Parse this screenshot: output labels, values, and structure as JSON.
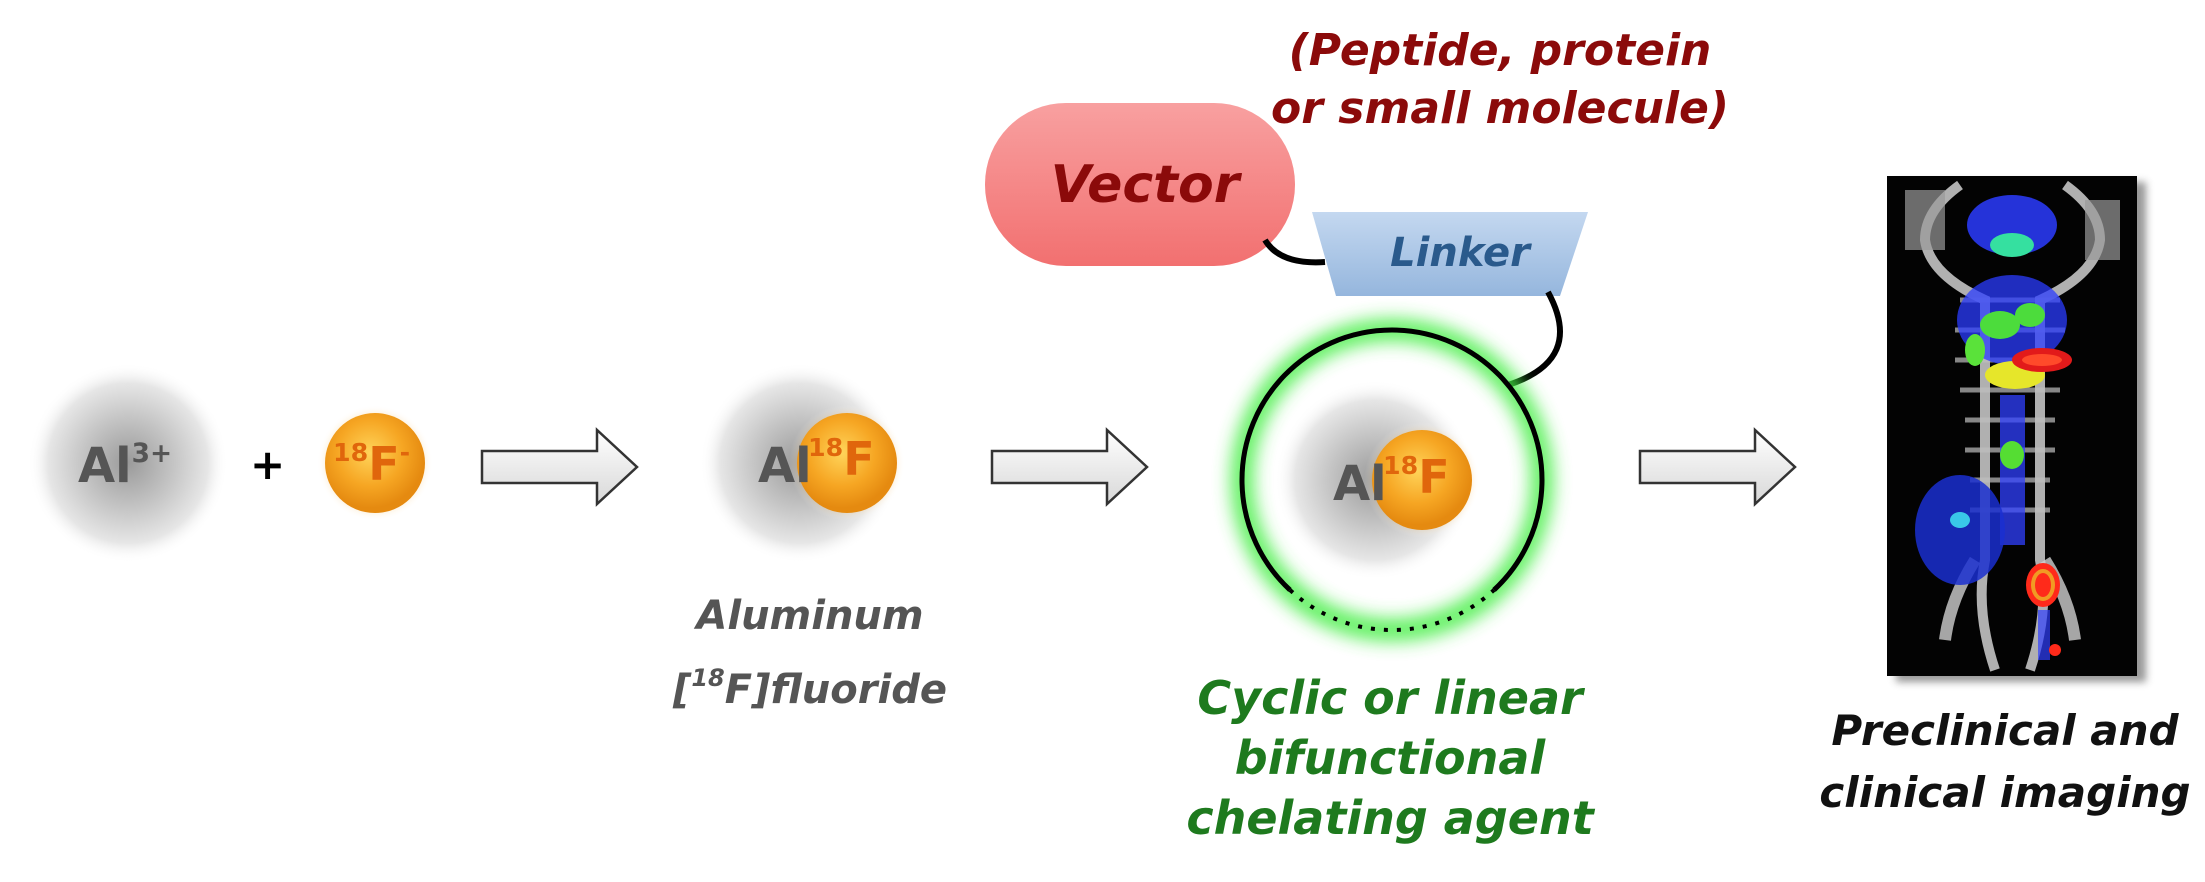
{
  "reactants": {
    "aluminum_ion": {
      "symbol": "Al",
      "charge": "3+"
    },
    "plus": "+",
    "fluoride_ion": {
      "mass": "18",
      "symbol": "F",
      "charge": "-"
    }
  },
  "complex": {
    "al": "Al",
    "mass": "18",
    "f": "F",
    "caption_line1": "Aluminum",
    "caption_line2_open": "[",
    "caption_line2_mass": "18",
    "caption_line2_rest": "F]fluoride"
  },
  "conjugate": {
    "vector_note_line1": "(Peptide, protein",
    "vector_note_line2": "or small molecule)",
    "vector_label": "Vector",
    "linker_label": "Linker",
    "chelator_line1": "Cyclic or linear",
    "chelator_line2": "bifunctional",
    "chelator_line3": "chelating agent"
  },
  "imaging": {
    "caption_line1": "Preclinical and",
    "caption_line2": "clinical imaging"
  },
  "colors": {
    "vector_fill": "#f48080",
    "vector_text": "#8b0a0a",
    "linker_fill": "#a9c6e8",
    "linker_text": "#2a5a8c",
    "chelator_glow": "#44ee44",
    "chelator_text": "#1e7a1e",
    "fluoride_fill": "#f6a623",
    "fluoride_text": "#e0660c",
    "aluminum_fill": "#c8c8c8",
    "aluminum_text": "#555555"
  }
}
